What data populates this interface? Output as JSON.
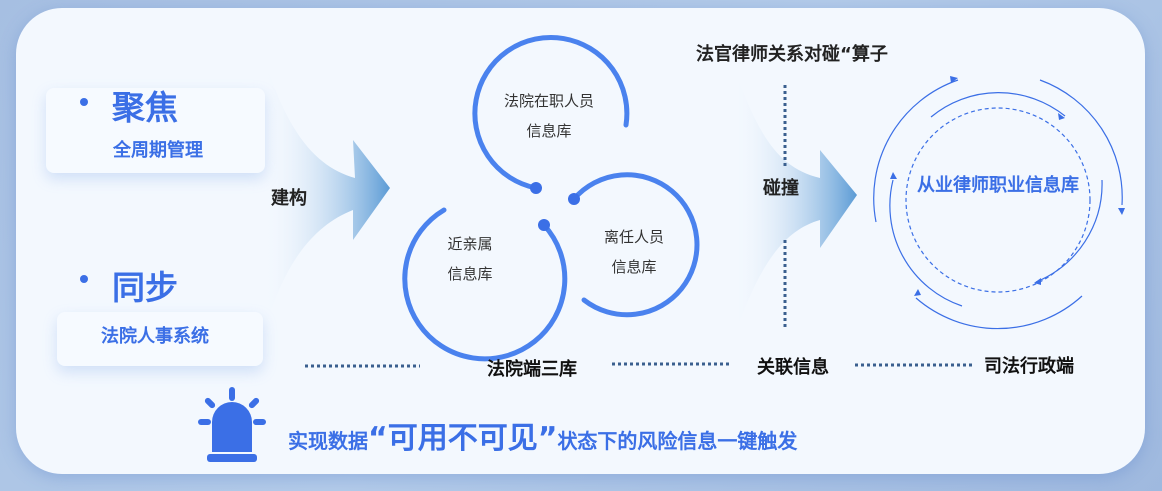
{
  "left": {
    "focus": {
      "title": "聚焦",
      "subtitle": "全周期管理"
    },
    "sync": {
      "title": "同步",
      "subtitle": "法院人事系统"
    }
  },
  "arrow1_label": "建构",
  "libraries": {
    "serving": [
      "法院在职人员",
      "信息库"
    ],
    "relatives": [
      "近亲属",
      "信息库"
    ],
    "departed": [
      "离任人员",
      "信息库"
    ]
  },
  "operator_title": "法官律师关系对碰“算子",
  "arrow2_label": "碰撞",
  "lawyer_db": "从业律师职业信息库",
  "bottom_labels": {
    "court": "法院端三库",
    "link": "关联信息",
    "admin": "司法行政端"
  },
  "footer": {
    "prefix": "实现数据",
    "highlight": "“可用不可见”",
    "suffix": "状态下的风险信息一键触发"
  },
  "colors": {
    "accent": "#3b6fe6",
    "card": "#f3f8fe"
  }
}
